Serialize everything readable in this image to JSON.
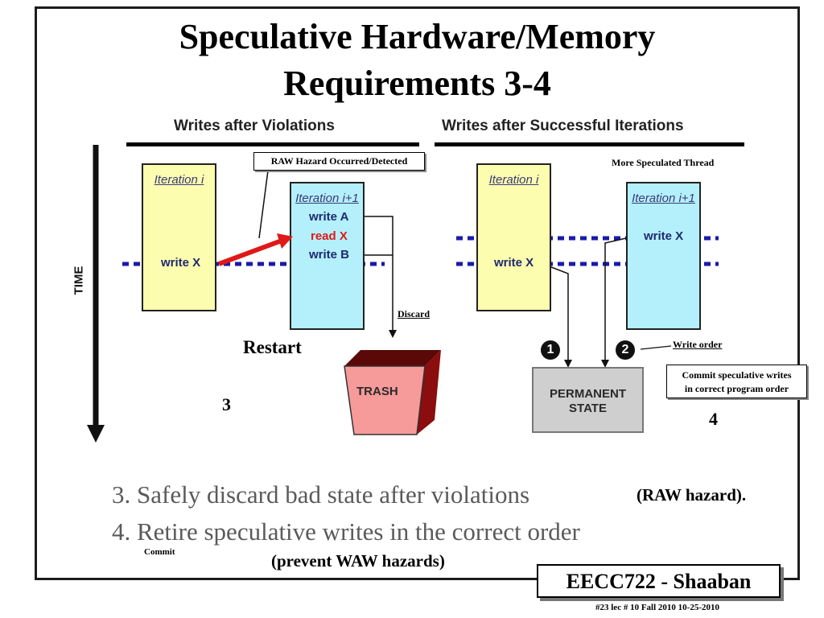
{
  "slide": {
    "title_line1": "Speculative Hardware/Memory",
    "title_line2": "Requirements 3-4"
  },
  "diagram": {
    "left_heading": "Writes after Violations",
    "right_heading": "Writes after Successful Iterations",
    "time_label": "TIME",
    "left": {
      "iteration_i": "Iteration i",
      "iteration_i1": "Iteration i+1",
      "write_x": "write X",
      "write_a": "write A",
      "read_x": "read X",
      "write_b": "write B",
      "trash_label": "TRASH",
      "hazard_callout": "RAW Hazard Occurred/Detected",
      "discard_label": "Discard",
      "restart_label": "Restart",
      "step_number": "3"
    },
    "right": {
      "iteration_i": "Iteration i",
      "iteration_i1": "Iteration i+1",
      "write_x_left": "write X",
      "write_x_right": "write X",
      "more_speculated": "More Speculated Thread",
      "badge_1": "1",
      "badge_2": "2",
      "write_order": "Write order",
      "permanent_state_line1": "PERMANENT",
      "permanent_state_line2": "STATE",
      "commit_callout_line1": "Commit speculative writes",
      "commit_callout_line2": "in correct program order",
      "step_number": "4"
    },
    "colors": {
      "iteration_yellow": "#fdfdb0",
      "iteration_cyan": "#b4f0fb",
      "dotted_line": "#1a1aaa",
      "raw_arrow": "#e01818",
      "trash_front": "#f79a9a",
      "trash_side": "#8b0d0d",
      "permanent_state": "#cfcfcf"
    }
  },
  "bullets": {
    "item3": "3. Safely discard bad state after violations",
    "item3_suffix": "(RAW hazard).",
    "item4": "4. Retire speculative writes in the correct order",
    "commit_note": "Commit",
    "waw_note": "(prevent WAW hazards)"
  },
  "footer": {
    "course": "EECC722 - Shaaban",
    "meta": "#23   lec # 10    Fall 2010   10-25-2010"
  }
}
